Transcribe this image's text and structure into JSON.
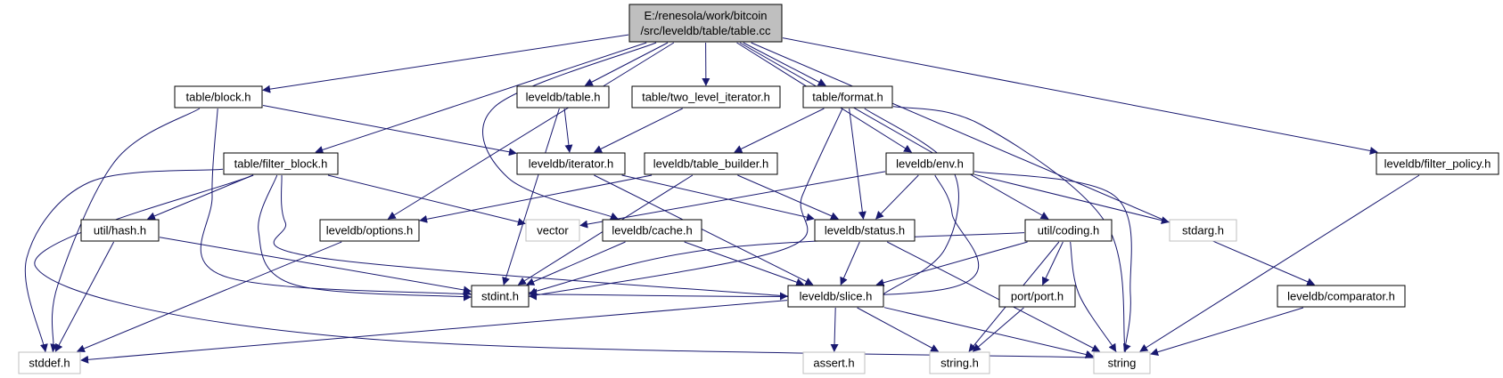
{
  "diagram": {
    "colors": {
      "edge": "#191970",
      "root_fill": "#bfbfbf",
      "node_border": "#000000",
      "system_border": "#bfbfbf",
      "system_text": "#7f7f7f",
      "text": "#000000"
    },
    "nodes": [
      {
        "id": "root",
        "lines": [
          "E:/renesola/work/bitcoin",
          "/src/leveldb/table/table.cc"
        ],
        "kind": "root"
      },
      {
        "id": "table_block",
        "lines": [
          "table/block.h"
        ],
        "kind": "project"
      },
      {
        "id": "leveldb_table",
        "lines": [
          "leveldb/table.h"
        ],
        "kind": "project"
      },
      {
        "id": "two_level_iterator",
        "lines": [
          "table/two_level_iterator.h"
        ],
        "kind": "project"
      },
      {
        "id": "table_format",
        "lines": [
          "table/format.h"
        ],
        "kind": "project"
      },
      {
        "id": "filter_block",
        "lines": [
          "table/filter_block.h"
        ],
        "kind": "project"
      },
      {
        "id": "iterator",
        "lines": [
          "leveldb/iterator.h"
        ],
        "kind": "project"
      },
      {
        "id": "table_builder",
        "lines": [
          "leveldb/table_builder.h"
        ],
        "kind": "project"
      },
      {
        "id": "env",
        "lines": [
          "leveldb/env.h"
        ],
        "kind": "project"
      },
      {
        "id": "filter_policy",
        "lines": [
          "leveldb/filter_policy.h"
        ],
        "kind": "project"
      },
      {
        "id": "util_hash",
        "lines": [
          "util/hash.h"
        ],
        "kind": "project"
      },
      {
        "id": "options",
        "lines": [
          "leveldb/options.h"
        ],
        "kind": "project"
      },
      {
        "id": "vector",
        "lines": [
          "vector"
        ],
        "kind": "system"
      },
      {
        "id": "cache",
        "lines": [
          "leveldb/cache.h"
        ],
        "kind": "project"
      },
      {
        "id": "status",
        "lines": [
          "leveldb/status.h"
        ],
        "kind": "project"
      },
      {
        "id": "util_coding",
        "lines": [
          "util/coding.h"
        ],
        "kind": "project"
      },
      {
        "id": "stdarg",
        "lines": [
          "stdarg.h"
        ],
        "kind": "system"
      },
      {
        "id": "stdint",
        "lines": [
          "stdint.h"
        ],
        "kind": "project"
      },
      {
        "id": "slice",
        "lines": [
          "leveldb/slice.h"
        ],
        "kind": "project"
      },
      {
        "id": "port",
        "lines": [
          "port/port.h"
        ],
        "kind": "project"
      },
      {
        "id": "comparator",
        "lines": [
          "leveldb/comparator.h"
        ],
        "kind": "project"
      },
      {
        "id": "stddef",
        "lines": [
          "stddef.h"
        ],
        "kind": "system"
      },
      {
        "id": "assert",
        "lines": [
          "assert.h"
        ],
        "kind": "system"
      },
      {
        "id": "string_h",
        "lines": [
          "string.h"
        ],
        "kind": "system"
      },
      {
        "id": "string",
        "lines": [
          "string"
        ],
        "kind": "system"
      }
    ],
    "edges": [
      {
        "from": "root",
        "to": "table_block"
      },
      {
        "from": "root",
        "to": "filter_block"
      },
      {
        "from": "root",
        "to": "options"
      },
      {
        "from": "root",
        "to": "cache"
      },
      {
        "from": "root",
        "to": "leveldb_table"
      },
      {
        "from": "root",
        "to": "two_level_iterator"
      },
      {
        "from": "root",
        "to": "table_format"
      },
      {
        "from": "root",
        "to": "env"
      },
      {
        "from": "root",
        "to": "util_coding"
      },
      {
        "from": "root",
        "to": "comparator"
      },
      {
        "from": "root",
        "to": "filter_policy"
      },
      {
        "from": "table_block",
        "to": "iterator"
      },
      {
        "from": "table_block",
        "to": "stddef"
      },
      {
        "from": "table_block",
        "to": "stdint"
      },
      {
        "from": "leveldb_table",
        "to": "iterator"
      },
      {
        "from": "leveldb_table",
        "to": "stdint"
      },
      {
        "from": "two_level_iterator",
        "to": "iterator"
      },
      {
        "from": "table_format",
        "to": "table_builder"
      },
      {
        "from": "table_format",
        "to": "status"
      },
      {
        "from": "table_format",
        "to": "stdint"
      },
      {
        "from": "table_format",
        "to": "slice"
      },
      {
        "from": "table_format",
        "to": "string"
      },
      {
        "from": "filter_block",
        "to": "util_hash"
      },
      {
        "from": "filter_block",
        "to": "vector"
      },
      {
        "from": "filter_block",
        "to": "stdint"
      },
      {
        "from": "filter_block",
        "to": "stddef"
      },
      {
        "from": "filter_block",
        "to": "slice"
      },
      {
        "from": "filter_block",
        "to": "string"
      },
      {
        "from": "iterator",
        "to": "status"
      },
      {
        "from": "iterator",
        "to": "slice"
      },
      {
        "from": "table_builder",
        "to": "options"
      },
      {
        "from": "table_builder",
        "to": "status"
      },
      {
        "from": "table_builder",
        "to": "stdint"
      },
      {
        "from": "env",
        "to": "vector"
      },
      {
        "from": "env",
        "to": "status"
      },
      {
        "from": "env",
        "to": "stdarg"
      },
      {
        "from": "env",
        "to": "stdint"
      },
      {
        "from": "env",
        "to": "string"
      },
      {
        "from": "util_hash",
        "to": "stdint"
      },
      {
        "from": "util_hash",
        "to": "stddef"
      },
      {
        "from": "options",
        "to": "stddef"
      },
      {
        "from": "cache",
        "to": "stdint"
      },
      {
        "from": "cache",
        "to": "slice"
      },
      {
        "from": "status",
        "to": "slice"
      },
      {
        "from": "status",
        "to": "string"
      },
      {
        "from": "util_coding",
        "to": "stdint"
      },
      {
        "from": "util_coding",
        "to": "slice"
      },
      {
        "from": "util_coding",
        "to": "port"
      },
      {
        "from": "util_coding",
        "to": "string_h"
      },
      {
        "from": "util_coding",
        "to": "string"
      },
      {
        "from": "slice",
        "to": "stddef"
      },
      {
        "from": "slice",
        "to": "assert"
      },
      {
        "from": "slice",
        "to": "string_h"
      },
      {
        "from": "slice",
        "to": "string"
      },
      {
        "from": "port",
        "to": "string_h"
      },
      {
        "from": "comparator",
        "to": "string"
      },
      {
        "from": "filter_policy",
        "to": "string"
      }
    ]
  }
}
